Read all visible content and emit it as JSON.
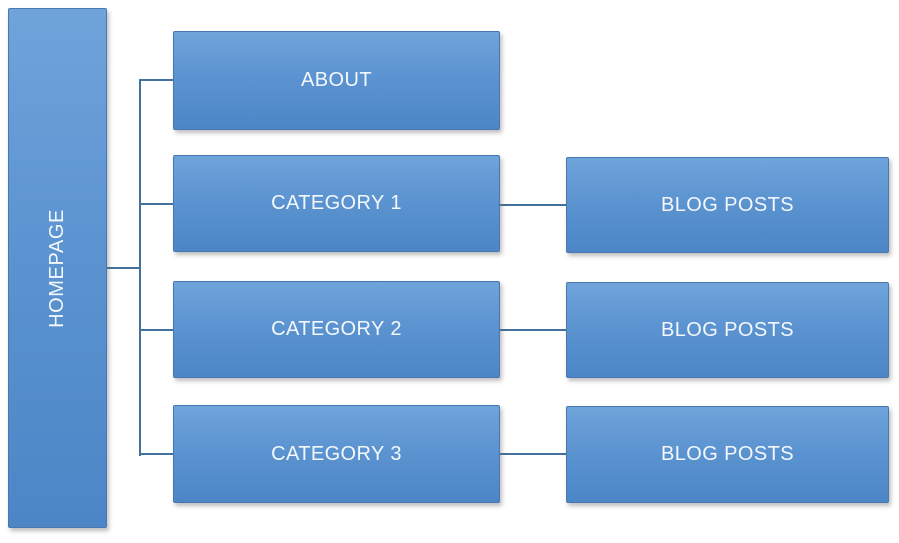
{
  "diagram": {
    "type": "sitemap-flowchart",
    "nodes": {
      "homepage": {
        "label": "HOMEPAGE"
      },
      "about": {
        "label": "ABOUT"
      },
      "category1": {
        "label": "CATEGORY 1"
      },
      "category2": {
        "label": "CATEGORY 2"
      },
      "category3": {
        "label": "CATEGORY 3"
      },
      "blog1": {
        "label": "BLOG POSTS"
      },
      "blog2": {
        "label": "BLOG POSTS"
      },
      "blog3": {
        "label": "BLOG POSTS"
      }
    },
    "edges": [
      {
        "from": "homepage",
        "to": "about"
      },
      {
        "from": "homepage",
        "to": "category1"
      },
      {
        "from": "homepage",
        "to": "category2"
      },
      {
        "from": "homepage",
        "to": "category3"
      },
      {
        "from": "category1",
        "to": "blog1"
      },
      {
        "from": "category2",
        "to": "blog2"
      },
      {
        "from": "category3",
        "to": "blog3"
      }
    ],
    "colors": {
      "box_fill_top": "#6FA4DB",
      "box_fill_bottom": "#4C86C6",
      "box_border": "#4978B0",
      "connector": "#41719C",
      "text": "#F4F8FC",
      "background": "#FFFFFF"
    }
  }
}
